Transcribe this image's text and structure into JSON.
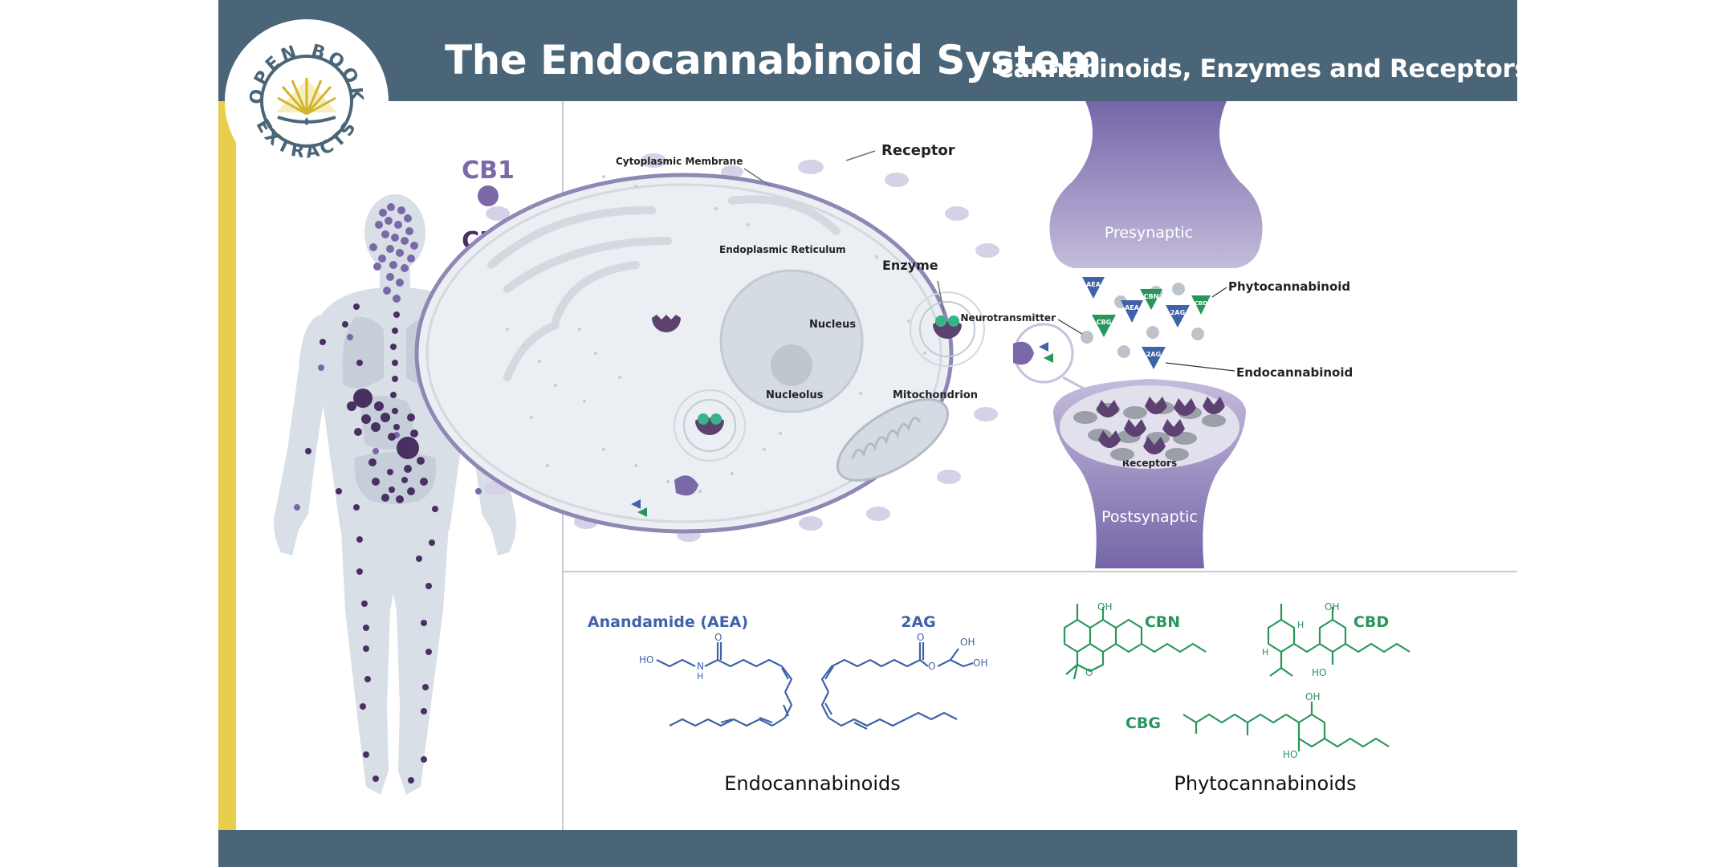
{
  "header": {
    "title": "The Endocannabinoid System",
    "subtitle": "Cannabinoids, Enzymes and Receptors"
  },
  "logo": {
    "top_text": "OPEN BOOK",
    "bottom_text": "EXTRACTS"
  },
  "body_panel": {
    "cb1_label": "CB1",
    "cb2_label": "CB2"
  },
  "cell_panel": {
    "cytoplasmic_membrane": "Cytoplasmic Membrane",
    "receptor": "Receptor",
    "endoplasmic_reticulum": "Endoplasmic Reticulum",
    "enzyme": "Enzyme",
    "nucleus": "Nucleus",
    "nucleolus": "Nucleolus",
    "mitochondrion": "Mitochondrion"
  },
  "synapse_panel": {
    "presynaptic": "Presynaptic",
    "postsynaptic": "Postsynaptic",
    "receptors": "Receptors",
    "phytocannabinoid": "Phytocannabinoid",
    "neurotransmitter": "Neurotransmitter",
    "endocannabinoid": "Endocannabinoid",
    "molecules": [
      "AEA",
      "CBN",
      "CBD",
      "CBG",
      "AEA",
      "2AG",
      "2AG"
    ]
  },
  "molecules_panel": {
    "aea": "Anandamide (AEA)",
    "twoag": "2AG",
    "cbn": "CBN",
    "cbd": "CBD",
    "cbg": "CBG",
    "atom_ho": "HO",
    "atom_n": "N",
    "atom_h": "H",
    "atom_o": "O",
    "atom_oh": "OH",
    "endocannabinoids_heading": "Endocannabinoids",
    "phytocannabinoids_heading": "Phytocannabinoids"
  },
  "colors": {
    "header": "#4a6577",
    "yellow": "#e8ce4a",
    "cb1": "#7a68a8",
    "cb2": "#4a2f63",
    "body": "#d8dfe6",
    "synapse": "#8d7fb7",
    "endo_blue": "#3f63a8",
    "phyto_green": "#28965a"
  }
}
